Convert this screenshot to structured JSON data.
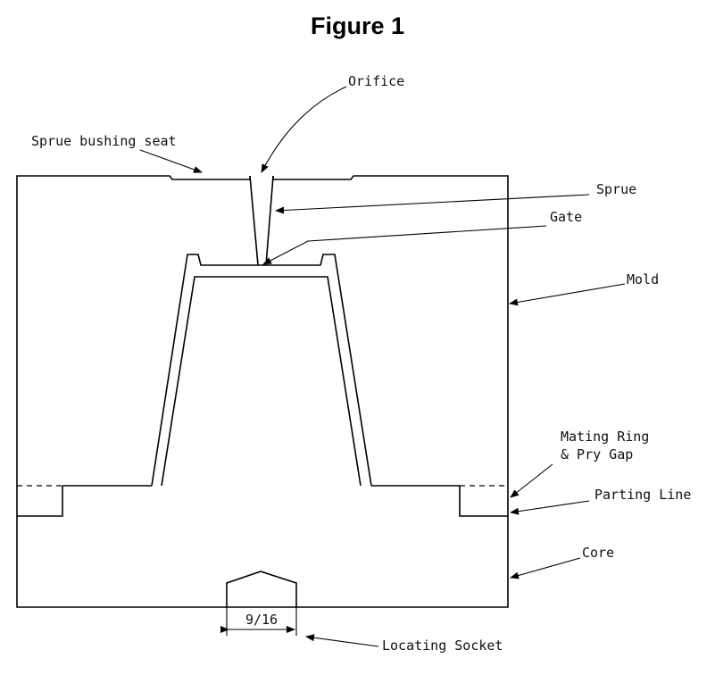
{
  "title": "Figure 1",
  "labels": {
    "orifice": "Orifice",
    "sprue_bushing_seat": "Sprue bushing seat",
    "sprue": "Sprue",
    "gate": "Gate",
    "mold": "Mold",
    "mating_ring_line1": "Mating Ring",
    "mating_ring_line2": "& Pry Gap",
    "parting_line": "Parting Line",
    "core": "Core",
    "locating_socket": "Locating Socket",
    "dimension": "9/16"
  }
}
